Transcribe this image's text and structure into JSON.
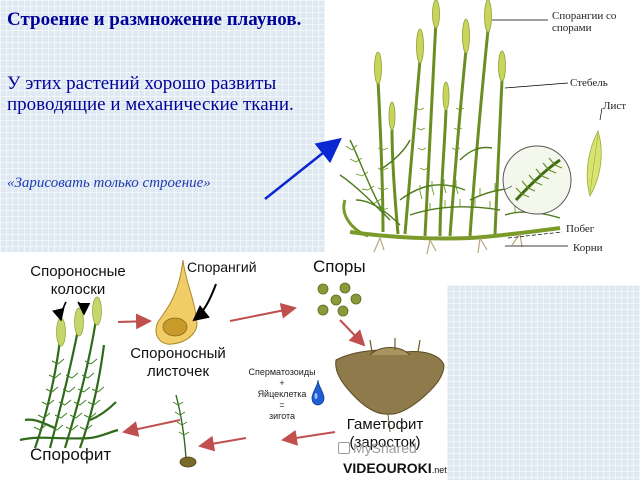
{
  "slide": {
    "title": "Строение и размножение плаунов.",
    "body": "У этих растений хорошо развиты проводящие и механические ткани.",
    "note": "«Зарисовать только строение»"
  },
  "structure_labels": {
    "sporangia": "Спорангии со спорами",
    "stem": "Стебель",
    "leaf": "Лист",
    "shoot": "Побег",
    "roots": "Корни"
  },
  "cycle_labels": {
    "spike": "Спороносные колоски",
    "sporangium": "Спорангий",
    "spores": "Споры",
    "leaflet": "Спороносный листочек",
    "fertilization_1": "Сперматозоиды",
    "plus": "+",
    "fertilization_2": "Яйцеклетка",
    "equals": "=",
    "fertilization_3": "зигота",
    "gametophyte": "Гаметофит (заросток)",
    "sporophyte": "Спорофит"
  },
  "watermark": {
    "myshared": "MyShared",
    "videouroki": "VIDEOUROKI",
    "videouroki_suffix": ".net"
  },
  "colors": {
    "title_blue": "#00009a",
    "arrow_blue": "#0a28d2",
    "arrow_red": "#c0504d",
    "plant_green": "#6b8e23",
    "plant_light": "#c8d45a"
  }
}
